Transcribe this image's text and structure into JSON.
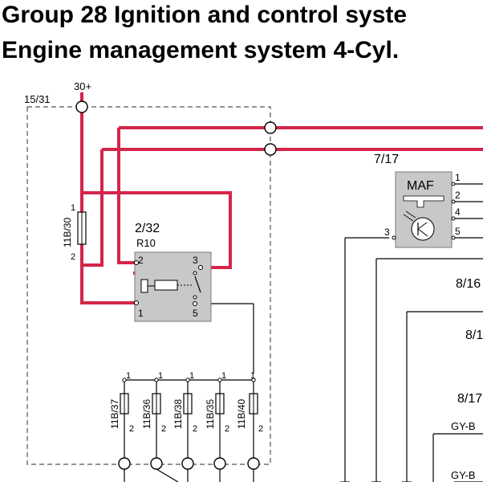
{
  "header": {
    "title_line1": "Group 28 Ignition and control syste",
    "title_line2": "Engine management system 4-Cyl."
  },
  "colors": {
    "power_wire": "#d4254a",
    "wire": "#000000",
    "component_fill": "#c8c8c8"
  },
  "diagram": {
    "supply_label": "30+",
    "box_label": "15/31",
    "fuse_main": {
      "label": "11B/30",
      "pin_top": "1",
      "pin_bottom": "2"
    },
    "relay": {
      "ref": "2/32",
      "name": "R10",
      "pin1": "1",
      "pin2": "2",
      "pin3": "3",
      "pin5": "5"
    },
    "maf": {
      "ref": "7/17",
      "name": "MAF",
      "pins": [
        "1",
        "2",
        "4",
        "5"
      ],
      "pin_left": "3"
    },
    "fuses": [
      {
        "label": "11B/37",
        "pin_top": "1",
        "pin_bottom": "2"
      },
      {
        "label": "11B/36",
        "pin_top": "1",
        "pin_bottom": "2"
      },
      {
        "label": "11B/38",
        "pin_top": "1",
        "pin_bottom": "2"
      },
      {
        "label": "11B/35",
        "pin_top": "1",
        "pin_bottom": "2"
      },
      {
        "label": "11B/40",
        "pin_top": "1",
        "pin_bottom": "2"
      }
    ],
    "refs_right": [
      "8/16",
      "8/1",
      "8/17"
    ],
    "wire_labels": [
      "GY-B",
      "GY-B"
    ]
  }
}
